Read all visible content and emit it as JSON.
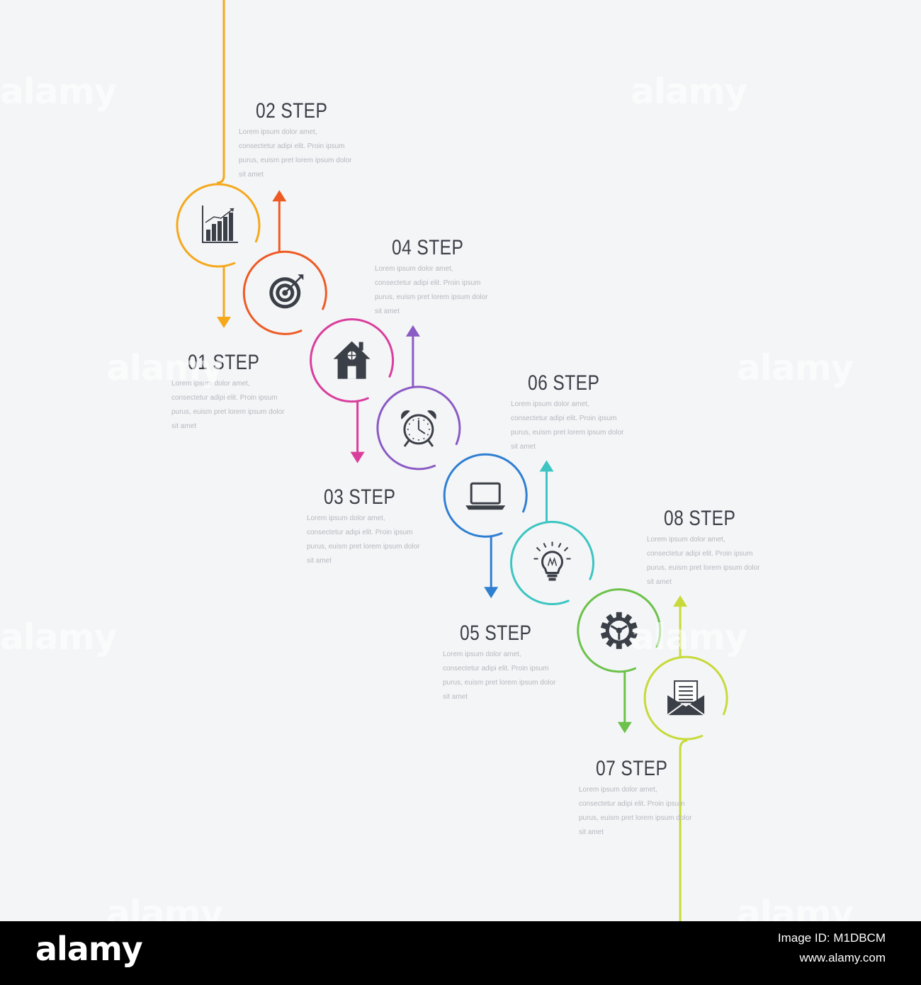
{
  "steps": [
    {
      "title": "01 STEP",
      "text": "Lorem ipsum dolor amet, consectetur adipi elit. Proin ipsum purus, euism pret lorem ipsum dolor sit amet",
      "color": "#f5a81c",
      "icon": "bar-chart-icon"
    },
    {
      "title": "02 STEP",
      "text": "Lorem ipsum dolor amet, consectetur adipi elit. Proin ipsum purus, euism pret lorem ipsum dolor sit amet",
      "color": "#ee5a24",
      "icon": "target-icon"
    },
    {
      "title": "03 STEP",
      "text": "Lorem ipsum dolor amet, consectetur adipi elit. Proin ipsum purus, euism pret lorem ipsum dolor sit amet",
      "color": "#d93e9c",
      "icon": "home-icon"
    },
    {
      "title": "04 STEP",
      "text": "Lorem ipsum dolor amet, consectetur adipi elit. Proin ipsum purus, euism pret lorem ipsum dolor sit amet",
      "color": "#8a5bc4",
      "icon": "alarm-clock-icon"
    },
    {
      "title": "05 STEP",
      "text": "Lorem ipsum dolor amet, consectetur adipi elit. Proin ipsum purus, euism pret lorem ipsum dolor sit amet",
      "color": "#2f7fd1",
      "icon": "laptop-icon"
    },
    {
      "title": "06 STEP",
      "text": "Lorem ipsum dolor amet, consectetur adipi elit. Proin ipsum purus, euism pret lorem ipsum dolor sit amet",
      "color": "#3cc5c2",
      "icon": "lightbulb-icon"
    },
    {
      "title": "07 STEP",
      "text": "Lorem ipsum dolor amet, consectetur adipi elit. Proin ipsum purus, euism pret lorem ipsum dolor sit amet",
      "color": "#6cc24a",
      "icon": "gear-icon"
    },
    {
      "title": "08 STEP",
      "text": "Lorem ipsum dolor amet, consectetur adipi elit. Proin ipsum purus, euism pret lorem ipsum dolor sit amet",
      "color": "#c7da3a",
      "icon": "envelope-icon"
    }
  ],
  "watermark": "alamy",
  "footer": {
    "logo": "alamy",
    "image_id": "Image ID: M1DBCM",
    "url": "www.alamy.com"
  },
  "colors": {
    "background": "#f4f5f7",
    "title": "#3b3f47",
    "text": "#b5b8be",
    "icon": "#3b3f47"
  }
}
